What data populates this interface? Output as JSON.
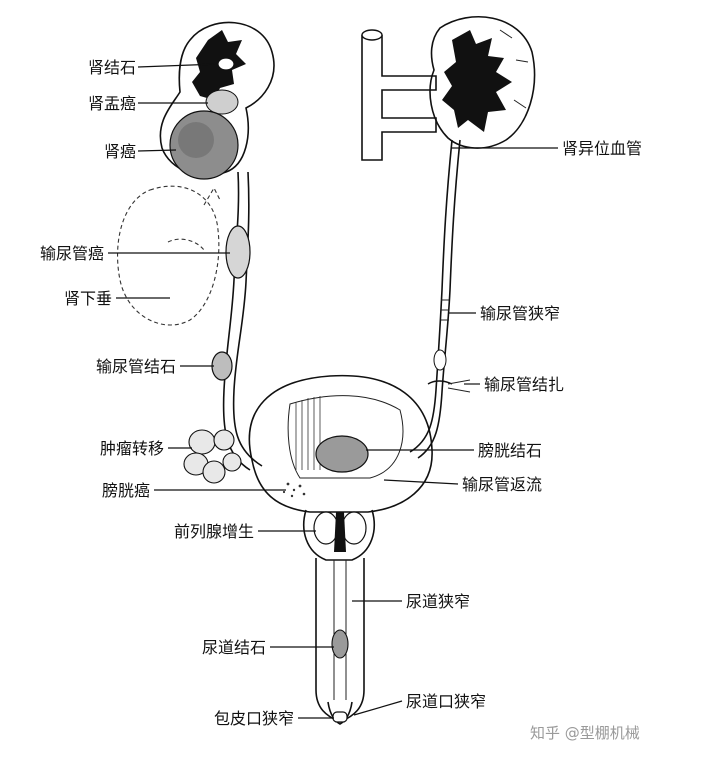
{
  "labels": {
    "renal_calculus": "肾结石",
    "renal_pelvis_carcinoma": "肾盂癌",
    "renal_carcinoma": "肾癌",
    "ureteral_carcinoma": "输尿管癌",
    "nephroptosis": "肾下垂",
    "ureteral_calculus": "输尿管结石",
    "tumor_metastasis": "肿瘤转移",
    "bladder_carcinoma": "膀胱癌",
    "prostatic_hyperplasia": "前列腺增生",
    "urethral_calculus": "尿道结石",
    "phimosis": "包皮口狭窄",
    "aberrant_renal_vessel": "肾异位血管",
    "ureteral_stricture": "输尿管狭窄",
    "ureteral_ligation": "输尿管结扎",
    "bladder_calculus": "膀胱结石",
    "vesicoureteral_reflux": "输尿管返流",
    "urethral_stricture": "尿道狭窄",
    "meatal_stenosis": "尿道口狭窄"
  },
  "watermark": "知乎 @型棚机械"
}
